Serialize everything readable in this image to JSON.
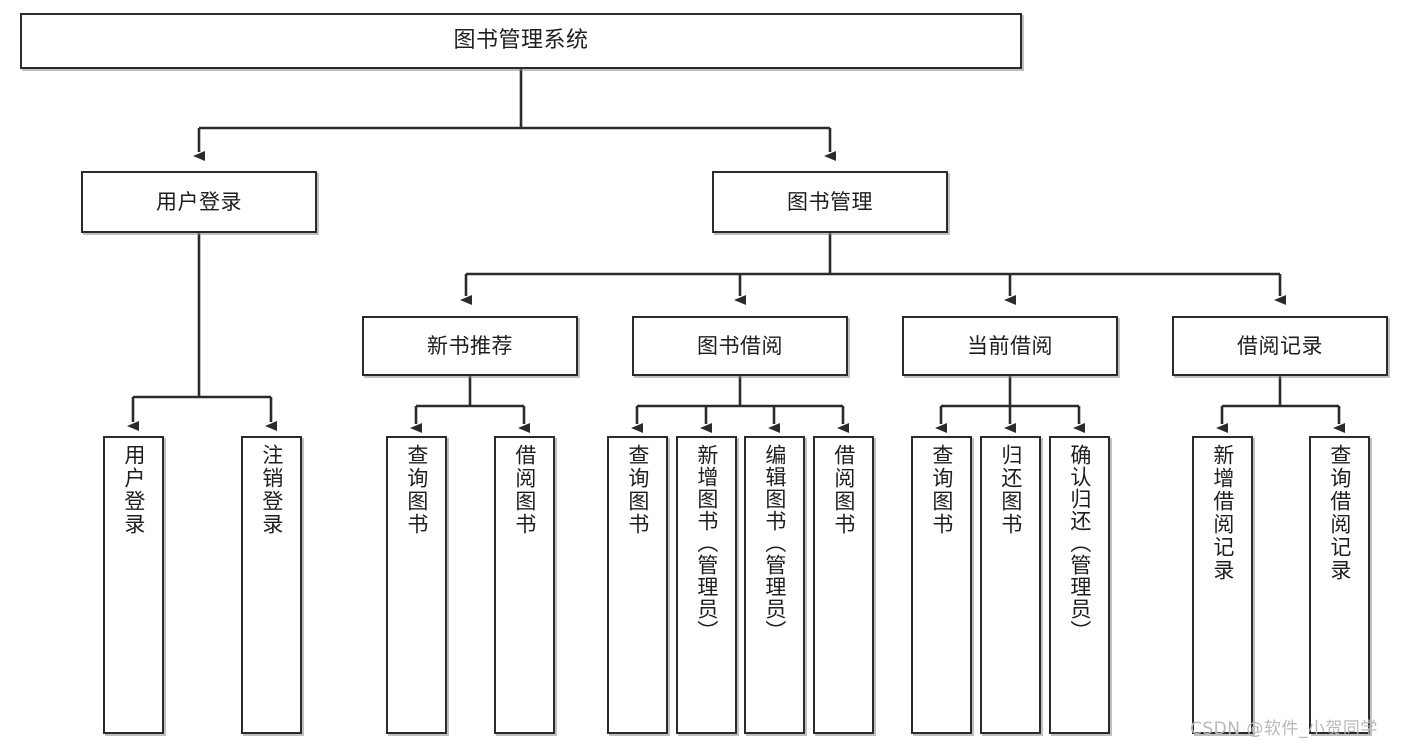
{
  "diagram": {
    "title": "图书管理系统",
    "watermark": "CSDN @软件_小贺同学",
    "colors": {
      "background": "#ffffff",
      "node_border": "#2b2b2b",
      "node_fill": "#ffffff",
      "edge": "#2b2b2b",
      "watermark": "#b9b9b9"
    },
    "nodes": {
      "root": {
        "label": "图书管理系统"
      },
      "level1": [
        {
          "id": "user_login",
          "label": "用户登录"
        },
        {
          "id": "book_manage",
          "label": "图书管理"
        }
      ],
      "level2": [
        {
          "id": "new_book_rec",
          "label": "新书推荐"
        },
        {
          "id": "book_borrow",
          "label": "图书借阅"
        },
        {
          "id": "current_borrow",
          "label": "当前借阅"
        },
        {
          "id": "borrow_record",
          "label": "借阅记录"
        }
      ],
      "leaves_user_login": [
        {
          "id": "leaf_user_login",
          "label": "用户登录"
        },
        {
          "id": "leaf_user_logout",
          "label": "注销登录"
        }
      ],
      "leaves_new_book_rec": [
        {
          "id": "leaf_query_book_1",
          "label": "查询图书"
        },
        {
          "id": "leaf_borrow_book_1",
          "label": "借阅图书"
        }
      ],
      "leaves_book_borrow": [
        {
          "id": "leaf_query_book_2",
          "label": "查询图书"
        },
        {
          "id": "leaf_add_book",
          "label": "新增图书（管理员）"
        },
        {
          "id": "leaf_edit_book",
          "label": "编辑图书（管理员）"
        },
        {
          "id": "leaf_borrow_book_2",
          "label": "借阅图书"
        }
      ],
      "leaves_current_borrow": [
        {
          "id": "leaf_query_book_3",
          "label": "查询图书"
        },
        {
          "id": "leaf_return_book",
          "label": "归还图书"
        },
        {
          "id": "leaf_confirm_return",
          "label": "确认归还（管理员）"
        }
      ],
      "leaves_borrow_record": [
        {
          "id": "leaf_add_record",
          "label": "新增借阅记录"
        },
        {
          "id": "leaf_query_record",
          "label": "查询借阅记录"
        }
      ]
    }
  }
}
